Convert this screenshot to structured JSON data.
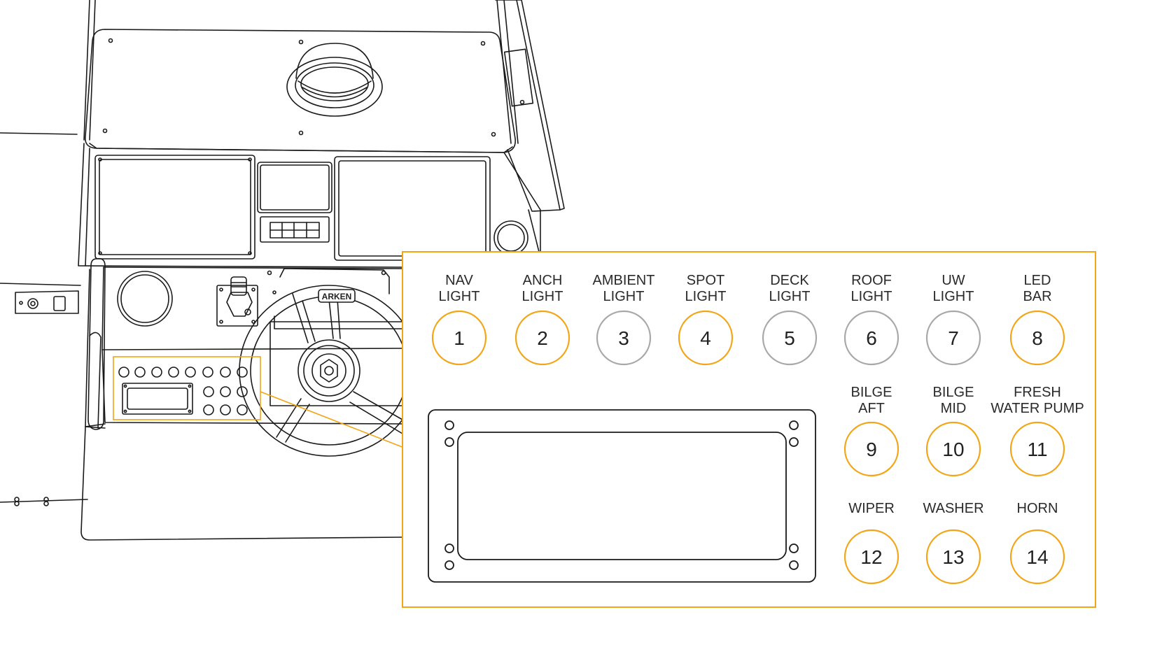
{
  "colors": {
    "accent": "#F2A516",
    "inactive": "#A8A8A8",
    "line": "#1A1A1A",
    "text": "#2A2A2A"
  },
  "console": {
    "wheel_brand": "ARKEN"
  },
  "switches": [
    {
      "number": "1",
      "label": [
        "NAV",
        "LIGHT"
      ],
      "active": true
    },
    {
      "number": "2",
      "label": [
        "ANCH",
        "LIGHT"
      ],
      "active": true
    },
    {
      "number": "3",
      "label": [
        "AMBIENT",
        "LIGHT"
      ],
      "active": false
    },
    {
      "number": "4",
      "label": [
        "SPOT",
        "LIGHT"
      ],
      "active": true
    },
    {
      "number": "5",
      "label": [
        "DECK",
        "LIGHT"
      ],
      "active": false
    },
    {
      "number": "6",
      "label": [
        "ROOF",
        "LIGHT"
      ],
      "active": false
    },
    {
      "number": "7",
      "label": [
        "UW",
        "LIGHT"
      ],
      "active": false
    },
    {
      "number": "8",
      "label": [
        "LED",
        "BAR"
      ],
      "active": true
    },
    {
      "number": "9",
      "label": [
        "BILGE",
        "AFT"
      ],
      "active": true
    },
    {
      "number": "10",
      "label": [
        "BILGE",
        "MID"
      ],
      "active": true
    },
    {
      "number": "11",
      "label": [
        "FRESH",
        "WATER PUMP"
      ],
      "active": true
    },
    {
      "number": "12",
      "label": [
        "WIPER"
      ],
      "active": true
    },
    {
      "number": "13",
      "label": [
        "WASHER"
      ],
      "active": true
    },
    {
      "number": "14",
      "label": [
        "HORN"
      ],
      "active": true
    }
  ]
}
